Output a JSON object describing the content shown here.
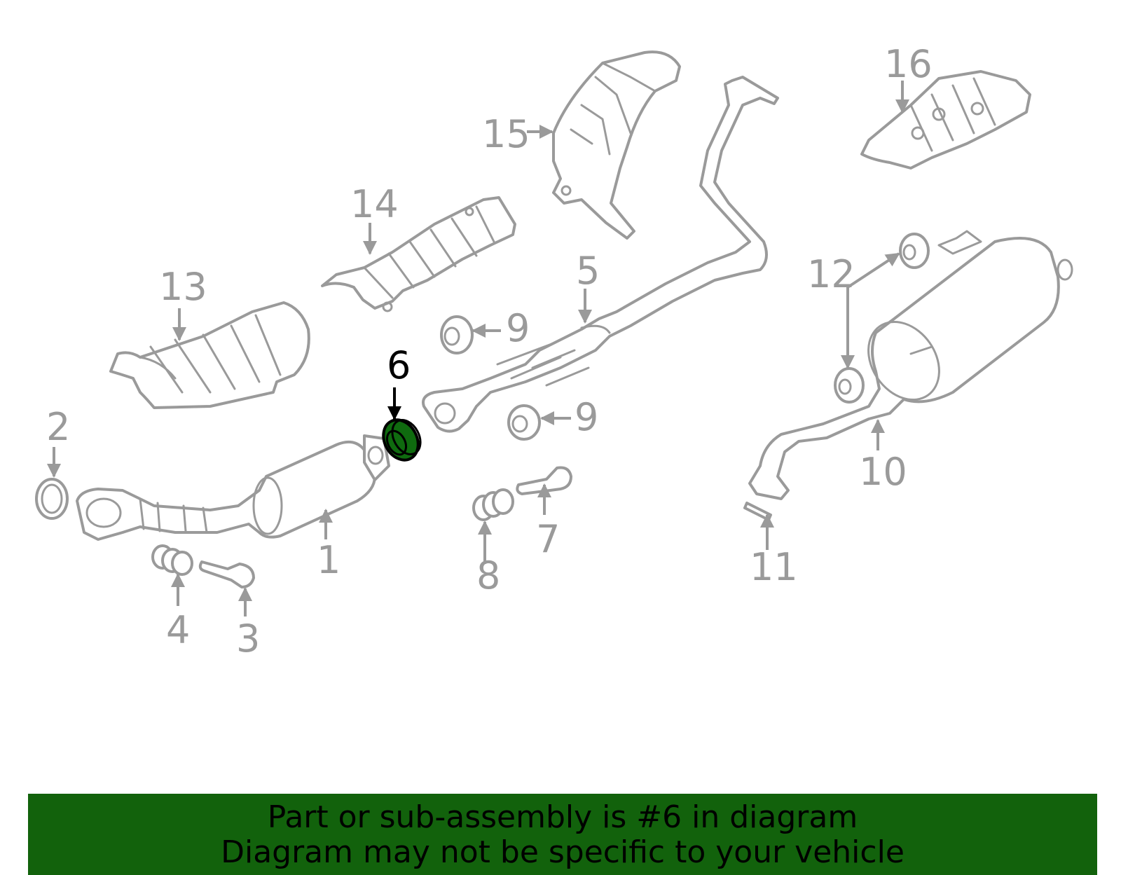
{
  "diagram": {
    "highlight_part": "6",
    "highlight_color": "#0f6b0f",
    "line_color": "#9a9a9a",
    "callouts": [
      "1",
      "2",
      "3",
      "4",
      "5",
      "6",
      "7",
      "8",
      "9",
      "9",
      "10",
      "11",
      "12",
      "13",
      "14",
      "15",
      "16"
    ]
  },
  "banner": {
    "line1": "Part or sub-assembly is #6 in diagram",
    "line2": "Diagram may not be specific to your vehicle",
    "background": "#12620c"
  }
}
